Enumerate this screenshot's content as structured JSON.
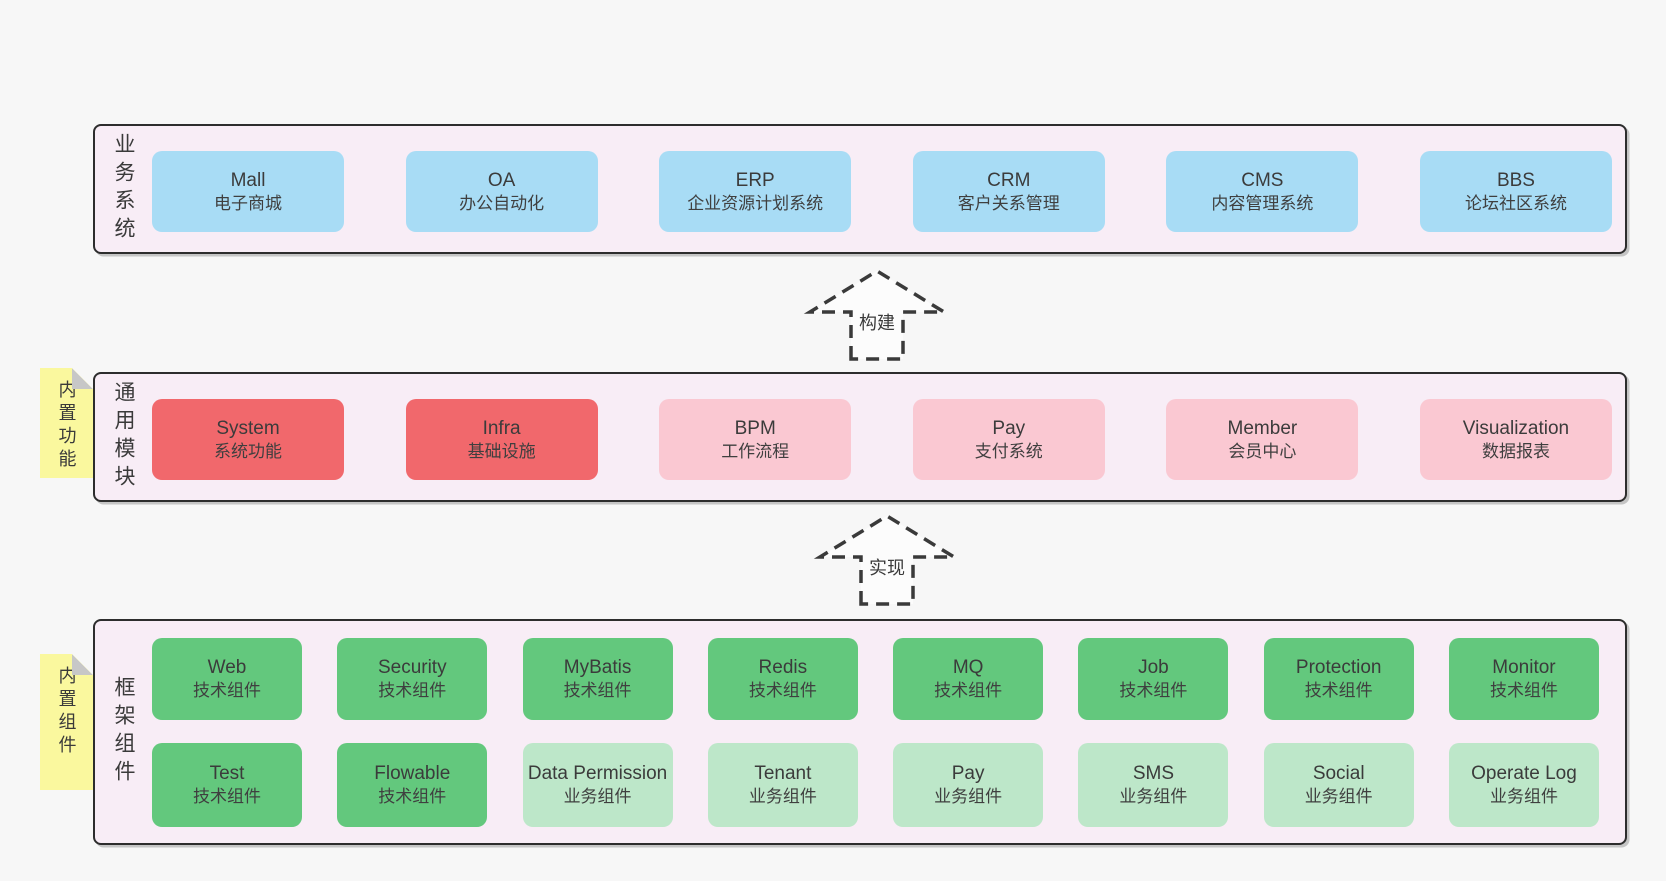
{
  "layers": [
    {
      "label": "业务系统",
      "rows": [
        [
          {
            "en": "Mall",
            "zh": "电子商城",
            "variant": "blue"
          },
          {
            "en": "OA",
            "zh": "办公自动化",
            "variant": "blue"
          },
          {
            "en": "ERP",
            "zh": "企业资源计划系统",
            "variant": "blue"
          },
          {
            "en": "CRM",
            "zh": "客户关系管理",
            "variant": "blue"
          },
          {
            "en": "CMS",
            "zh": "内容管理系统",
            "variant": "blue"
          },
          {
            "en": "BBS",
            "zh": "论坛社区系统",
            "variant": "blue"
          }
        ]
      ]
    },
    {
      "label": "通用模块",
      "note": "内置功能",
      "rows": [
        [
          {
            "en": "System",
            "zh": "系统功能",
            "variant": "red"
          },
          {
            "en": "Infra",
            "zh": "基础设施",
            "variant": "red"
          },
          {
            "en": "BPM",
            "zh": "工作流程",
            "variant": "pink"
          },
          {
            "en": "Pay",
            "zh": "支付系统",
            "variant": "pink"
          },
          {
            "en": "Member",
            "zh": "会员中心",
            "variant": "pink"
          },
          {
            "en": "Visualization",
            "zh": "数据报表",
            "variant": "pink"
          }
        ]
      ]
    },
    {
      "label": "框架组件",
      "note": "内置组件",
      "rows": [
        [
          {
            "en": "Web",
            "zh": "技术组件",
            "variant": "green"
          },
          {
            "en": "Security",
            "zh": "技术组件",
            "variant": "green"
          },
          {
            "en": "MyBatis",
            "zh": "技术组件",
            "variant": "green"
          },
          {
            "en": "Redis",
            "zh": "技术组件",
            "variant": "green"
          },
          {
            "en": "MQ",
            "zh": "技术组件",
            "variant": "green"
          },
          {
            "en": "Job",
            "zh": "技术组件",
            "variant": "green"
          },
          {
            "en": "Protection",
            "zh": "技术组件",
            "variant": "green"
          },
          {
            "en": "Monitor",
            "zh": "技术组件",
            "variant": "green"
          }
        ],
        [
          {
            "en": "Test",
            "zh": "技术组件",
            "variant": "green"
          },
          {
            "en": "Flowable",
            "zh": "技术组件",
            "variant": "green"
          },
          {
            "en": "Data Permission",
            "zh": "业务组件",
            "variant": "lightgreen"
          },
          {
            "en": "Tenant",
            "zh": "业务组件",
            "variant": "lightgreen"
          },
          {
            "en": "Pay",
            "zh": "业务组件",
            "variant": "lightgreen"
          },
          {
            "en": "SMS",
            "zh": "业务组件",
            "variant": "lightgreen"
          },
          {
            "en": "Social",
            "zh": "业务组件",
            "variant": "lightgreen"
          },
          {
            "en": "Operate Log",
            "zh": "业务组件",
            "variant": "lightgreen"
          }
        ]
      ]
    }
  ],
  "arrows": [
    {
      "label": "构建"
    },
    {
      "label": "实现"
    }
  ],
  "colors": {
    "page_background": "#f7f7f7",
    "layer_fill": "#f8edf6",
    "layer_border": "#2d2d2d",
    "blue_box": "#a8dcf5",
    "red_box": "#f1686c",
    "pink_box": "#fac8d2",
    "green_box": "#63c87d",
    "light_green_box": "#bde7c9",
    "sticky_note": "#faf89e",
    "note_fold": "#c7c7c7",
    "text": "#3b3b3b"
  }
}
